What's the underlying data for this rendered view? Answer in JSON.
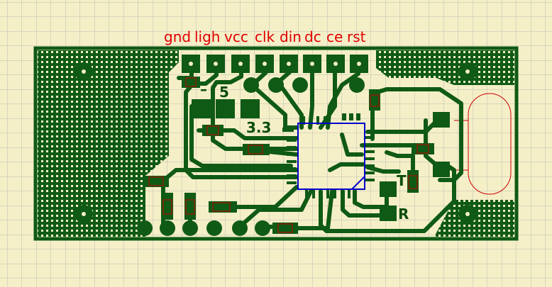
{
  "pin_labels": {
    "gnd": "gnd",
    "ligh": "ligh",
    "vcc": "vcc",
    "clk": "clk",
    "din": "din",
    "dc": "dc",
    "ce": "ce",
    "rst": "rst"
  },
  "silk_labels": {
    "minus": "–",
    "five": "5",
    "three_three": "3.3",
    "t": "T",
    "r": "R"
  },
  "colors": {
    "background": "#f5efc8",
    "grid": "#bcbcb0",
    "copper": "#0f5a14",
    "pin_label": "#e00000",
    "component_outline": "#cc0000",
    "chip_outline": "#0000cc"
  }
}
